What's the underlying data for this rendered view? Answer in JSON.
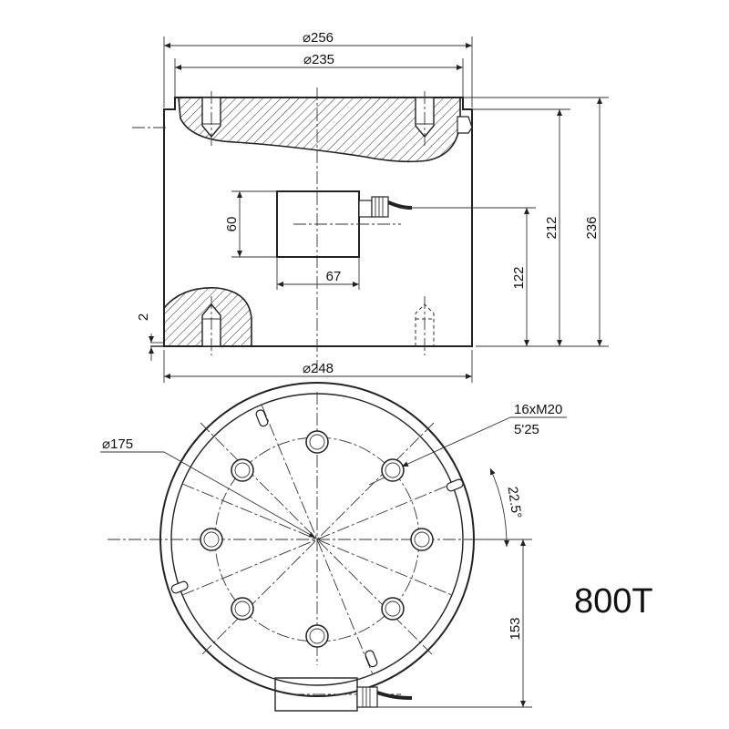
{
  "front_view": {
    "dim_outer_top": "⌀256",
    "dim_inner_top": "⌀235",
    "dim_bottom": "⌀248",
    "dim_height_total": "236",
    "dim_height_inner": "212",
    "dim_sensor_height": "122",
    "dim_box_height": "60",
    "dim_box_width": "67",
    "dim_step": "2"
  },
  "top_view": {
    "dim_bolt_circle": "⌀175",
    "callout_holes": "16xM20",
    "callout_depth": "5'25",
    "dim_angle": "22.5°",
    "dim_offset": "153"
  },
  "capacity_label": "800T",
  "colors": {
    "line": "#222222",
    "background": "#ffffff"
  }
}
